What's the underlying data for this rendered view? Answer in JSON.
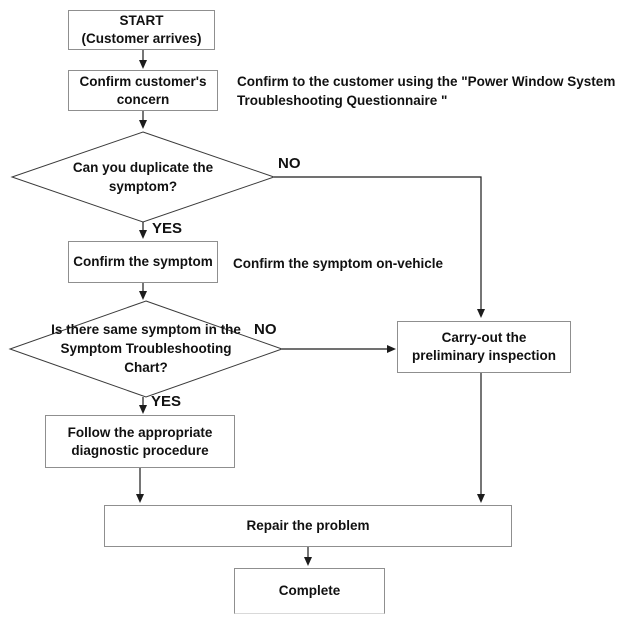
{
  "flowchart": {
    "nodes": {
      "start": {
        "lines": [
          "START",
          "(Customer arrives)"
        ]
      },
      "confirm_concern": {
        "lines": [
          "Confirm customer's",
          "concern"
        ]
      },
      "duplicate_symptom": {
        "lines": [
          "Can you duplicate the",
          "symptom?"
        ]
      },
      "confirm_symptom": {
        "lines": [
          "Confirm the symptom"
        ]
      },
      "same_symptom": {
        "lines": [
          "Is there same symptom in the",
          "Symptom Troubleshooting",
          "Chart?"
        ]
      },
      "carry_out": {
        "lines": [
          "Carry-out the",
          "preliminary inspection"
        ]
      },
      "follow_procedure": {
        "lines": [
          "Follow the appropriate",
          "diagnostic procedure"
        ]
      },
      "repair": {
        "lines": [
          "Repair the problem"
        ]
      },
      "complete": {
        "lines": [
          "Complete"
        ]
      }
    },
    "edge_labels": {
      "no1": "NO",
      "yes1": "YES",
      "no2": "NO",
      "yes2": "YES"
    },
    "annotations": {
      "questionnaire_line1": "Confirm to the customer using the \"Power Window System",
      "questionnaire_line2": "Troubleshooting Questionnaire \"",
      "on_vehicle": "Confirm the symptom on-vehicle"
    },
    "colors": {
      "line": "#1c1c1c",
      "box_border": "#8f8f8f",
      "background": "#ffffff",
      "text": "#111111"
    }
  }
}
